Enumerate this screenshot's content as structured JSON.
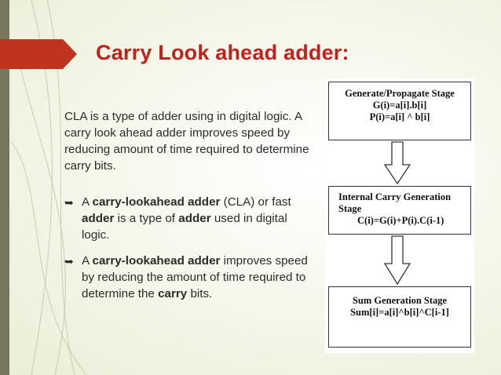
{
  "slide": {
    "title": "Carry Look ahead adder:",
    "intro": "CLA is a type of adder using in digital logic. A carry look ahead adder improves speed by reducing amount of time required to determine carry bits.",
    "bullets": [
      {
        "parts": [
          {
            "text": "A ",
            "bold": false
          },
          {
            "text": "carry-lookahead adder",
            "bold": true
          },
          {
            "text": " (CLA) or fast ",
            "bold": false
          },
          {
            "text": "adder",
            "bold": true
          },
          {
            "text": " is a type of ",
            "bold": false
          },
          {
            "text": "adder",
            "bold": true
          },
          {
            "text": " used in digital logic.",
            "bold": false
          }
        ]
      },
      {
        "parts": [
          {
            "text": "A ",
            "bold": false
          },
          {
            "text": "carry-lookahead adder",
            "bold": true
          },
          {
            "text": " improves speed by reducing the amount of time required to determine the ",
            "bold": false
          },
          {
            "text": "carry",
            "bold": true
          },
          {
            "text": " bits.",
            "bold": false
          }
        ]
      }
    ]
  },
  "diagram": {
    "stage1": {
      "title": "Generate/Propagate Stage",
      "line1": "G(i)=a[i].b[i]",
      "line2": "P(i)=a[i] ^ b[i]"
    },
    "stage2": {
      "title": "Internal Carry Generation",
      "title2": "Stage",
      "line1": "C(i)=G(i)+P(i).C(i-1)"
    },
    "stage3": {
      "title": "Sum Generation Stage",
      "line1": "Sum[i]=a[i]^b[i]^C[i-1]"
    }
  },
  "colors": {
    "title": "#c0221c",
    "accent_bar": "#77775e",
    "tab": "#c0331f"
  }
}
